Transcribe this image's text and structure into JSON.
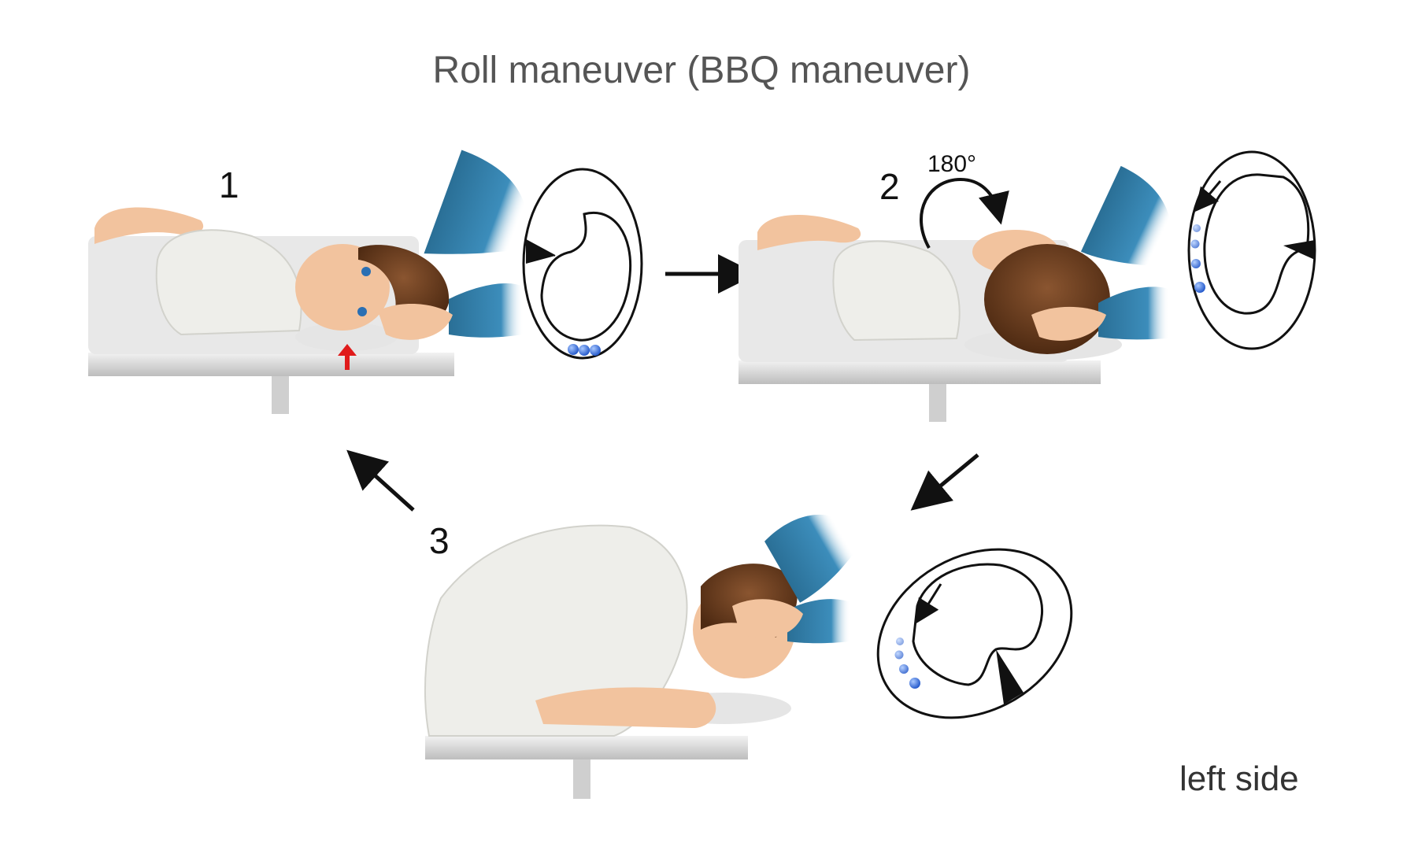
{
  "title": "Roll maneuver (BBQ maneuver)",
  "steps": [
    {
      "number": "1"
    },
    {
      "number": "2",
      "rotation": "180°"
    },
    {
      "number": "3"
    }
  ],
  "side_label": "left side",
  "colors": {
    "arm": "#2f7fa8",
    "otolith": "#3a72d6",
    "indicator_arrow": "#e01b1b",
    "shirt": "#eeeeea",
    "hair": "#6b3d1e",
    "skin": "#f2c39e",
    "table": "#d9d9d9"
  }
}
